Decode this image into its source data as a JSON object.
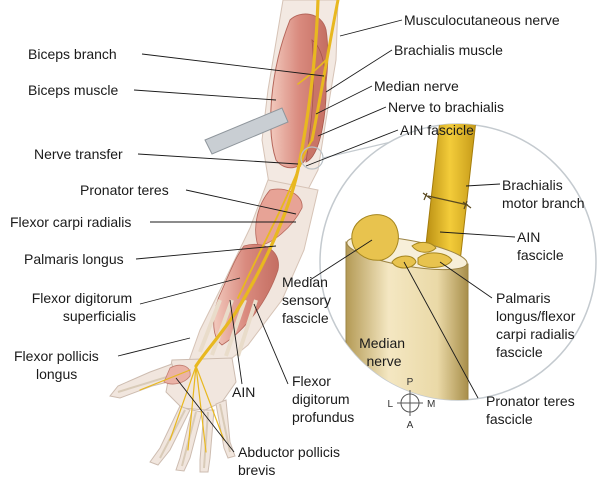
{
  "labels": {
    "musculocutaneous_nerve": "Musculocutaneous nerve",
    "biceps_branch": "Biceps branch",
    "brachialis_muscle": "Brachialis muscle",
    "biceps_muscle": "Biceps muscle",
    "median_nerve": "Median nerve",
    "nerve_to_brachialis": "Nerve to brachialis",
    "ain_fascicle": "AIN fascicle",
    "nerve_transfer": "Nerve transfer",
    "pronator_teres": "Pronator teres",
    "flexor_carpi_radialis": "Flexor carpi radialis",
    "palmaris_longus": "Palmaris longus",
    "flexor_digitorum_superficialis": [
      "Flexor digitorum",
      "superficialis"
    ],
    "flexor_pollicis_longus": [
      "Flexor pollicis",
      "longus"
    ],
    "ain": "AIN",
    "flexor_digitorum_profundus": [
      "Flexor",
      "digitorum",
      "profundus"
    ],
    "abductor_pollicis_brevis": [
      "Abductor pollicis",
      "brevis"
    ],
    "brachialis_motor_branch": [
      "Brachialis",
      "motor branch"
    ],
    "ain_fascicle_inset": [
      "AIN",
      "fascicle"
    ],
    "median_sensory_fascicle": [
      "Median",
      "sensory",
      "fascicle"
    ],
    "median_nerve_inset": [
      "Median",
      "nerve"
    ],
    "palmaris_longus_flexor_carpi_radialis_fascicle": [
      "Palmaris",
      "longus/flexor",
      "carpi radialis",
      "fascicle"
    ],
    "pronator_teres_fascicle": [
      "Pronator teres",
      "fascicle"
    ]
  },
  "orientation": {
    "p": "P",
    "l": "L",
    "m": "M",
    "a": "A"
  },
  "colors": {
    "nerve": "#e8b820",
    "muscle": "#d98a7e",
    "muscle_light": "#f0c2b6",
    "bone": "#ece3d3",
    "tendon": "#f1e7d8",
    "cross_section": "#e4c76a"
  },
  "icons": {
    "orientation": "compass-rose-icon"
  }
}
